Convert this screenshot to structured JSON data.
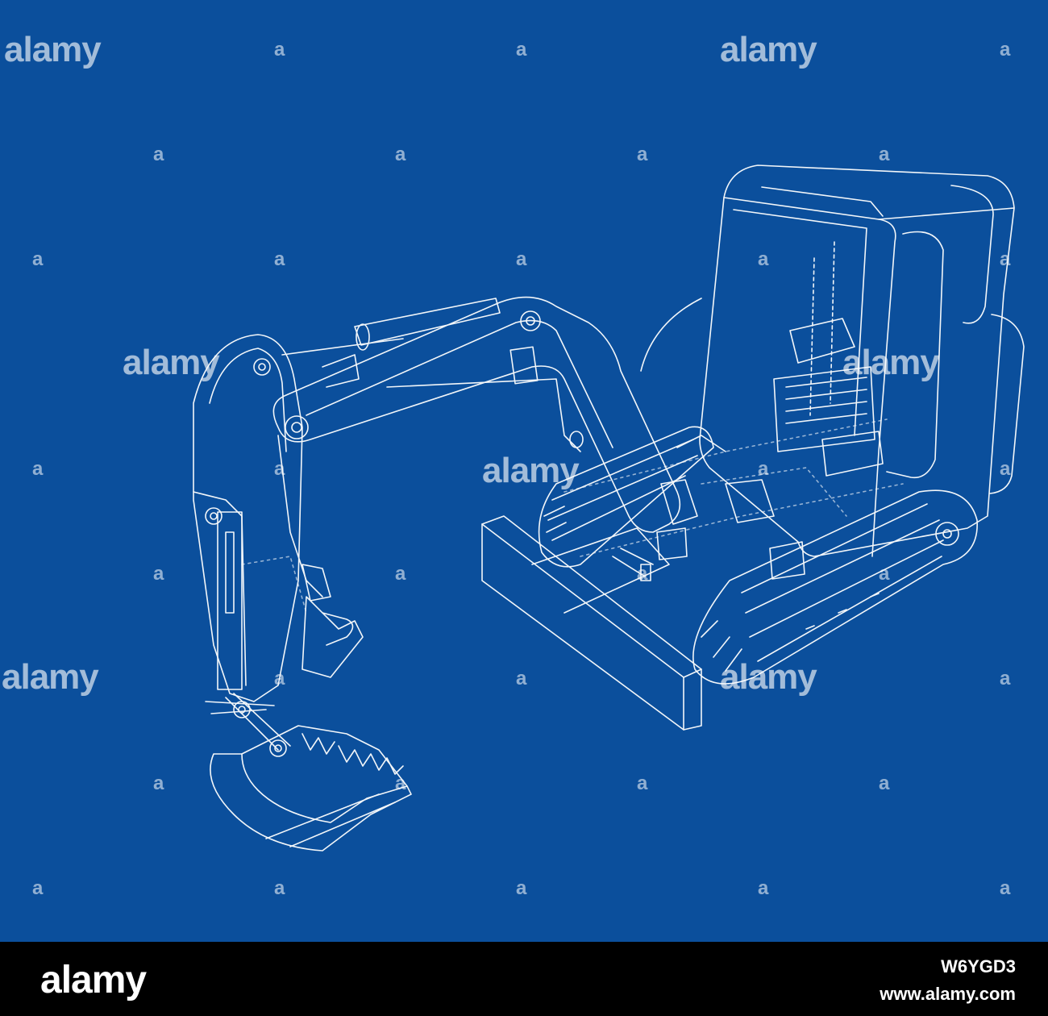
{
  "watermark": {
    "word": "alamy",
    "letter": "a"
  },
  "footer": {
    "logo": "alamy",
    "image_id": "W6YGD3",
    "site": "www.alamy.com"
  },
  "colors": {
    "background": "#0b4f9c",
    "line": "#ffffff",
    "footer": "#000000"
  }
}
